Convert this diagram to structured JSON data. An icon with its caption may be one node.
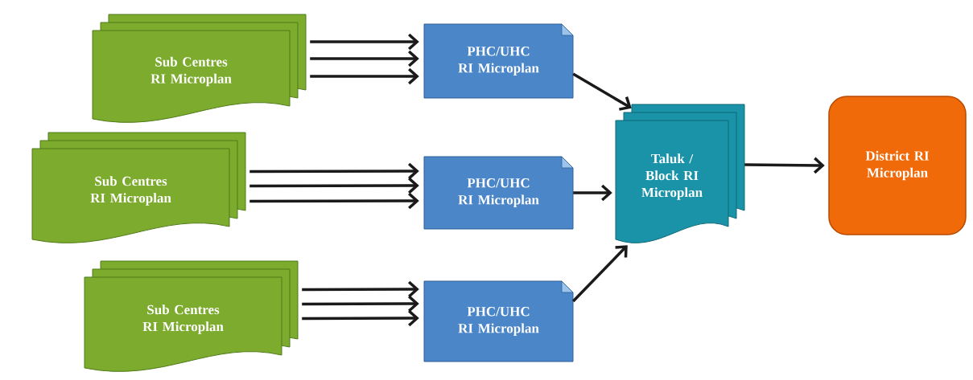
{
  "diagram": {
    "nodes": [
      {
        "text": [
          "Sub Centres RI Microplan"
        ]
      },
      {
        "text": [
          "Sub Centres RI Microplan"
        ]
      },
      {
        "text": [
          "Sub Centres RI Microplan"
        ]
      },
      {
        "text": [
          "PHC/UHC RI Microplan"
        ]
      },
      {
        "text": [
          "PHC/UHC RI Microplan"
        ]
      },
      {
        "text": [
          "PHC/UHC RI Microplan"
        ]
      },
      {
        "text": [
          "Taluk / Block RI Microplan"
        ]
      },
      {
        "text": [
          "District RI Microplan"
        ]
      }
    ],
    "edges": [
      {
        "from": 0,
        "to": 3,
        "arrow": "to"
      },
      {
        "from": 0,
        "to": 3,
        "arrow": "to"
      },
      {
        "from": 0,
        "to": 3,
        "arrow": "to"
      },
      {
        "from": 1,
        "to": 4,
        "arrow": "to"
      },
      {
        "from": 1,
        "to": 4,
        "arrow": "to"
      },
      {
        "from": 1,
        "to": 4,
        "arrow": "to"
      },
      {
        "from": 2,
        "to": 5,
        "arrow": "to"
      },
      {
        "from": 2,
        "to": 5,
        "arrow": "to"
      },
      {
        "from": 2,
        "to": 5,
        "arrow": "to"
      },
      {
        "from": 3,
        "to": 6,
        "arrow": "to"
      },
      {
        "from": 4,
        "to": 6,
        "arrow": "to"
      },
      {
        "from": 5,
        "to": 6,
        "arrow": "to"
      },
      {
        "from": 6,
        "to": 7,
        "arrow": "to"
      }
    ]
  }
}
